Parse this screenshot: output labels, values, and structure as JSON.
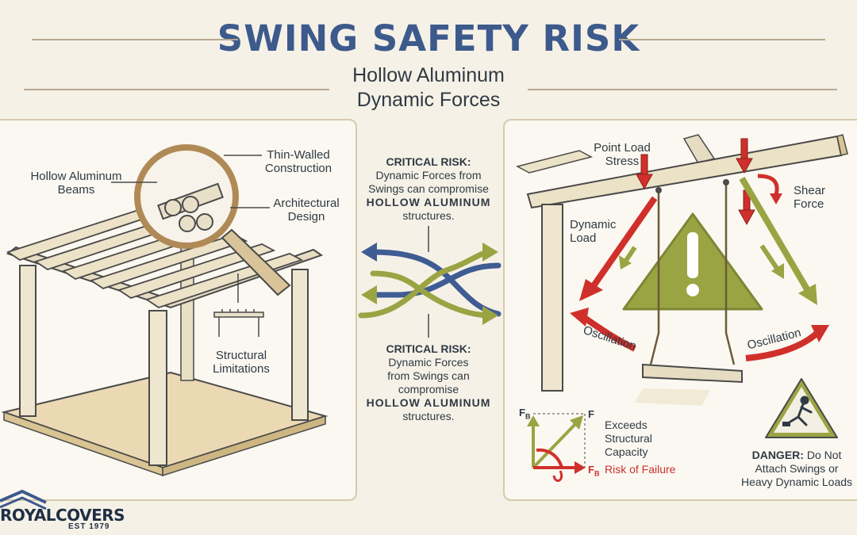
{
  "header": {
    "title": "SWING SAFETY RISK",
    "subtitle_line1": "Hollow Aluminum",
    "subtitle_line2": "Dynamic Forces"
  },
  "left_panel": {
    "label_hollow_line1": "Hollow Aluminum",
    "label_hollow_line2": "Beams",
    "label_thin_line1": "Thin-Walled",
    "label_thin_line2": "Construction",
    "label_arch_line1": "Architectural",
    "label_arch_line2": "Design",
    "label_struct_line1": "Structural",
    "label_struct_line2": "Limitations"
  },
  "center": {
    "top": {
      "heading": "CRITICAL RISK:",
      "line1": "Dynamic Forces from",
      "line2": "Swings can compromise",
      "emphasis": "HOLLOW ALUMINUM",
      "line4": "structures."
    },
    "bottom": {
      "heading": "CRITICAL RISK:",
      "line1": "Dynamic Forces",
      "line2": "from Swings can",
      "line3": "compromise",
      "emphasis": "HOLLOW ALUMINUM",
      "line5": "structures."
    }
  },
  "right_panel": {
    "point_load_line1": "Point Load",
    "point_load_line2": "Stress",
    "shear_line1": "Shear",
    "shear_line2": "Force",
    "dynamic_line1": "Dynamic",
    "dynamic_line2": "Load",
    "oscillation_left": "Oscillation",
    "oscillation_right": "Oscillation",
    "vector_fb_top": "F",
    "vector_fb_top_sub": "B",
    "vector_f": "F",
    "vector_fb_bottom": "F",
    "vector_fb_bottom_sub": "B",
    "exceeds_line1": "Exceeds",
    "exceeds_line2": "Structural",
    "exceeds_line3": "Capacity",
    "risk_failure": "Risk of Failure",
    "danger_heading": "DANGER:",
    "danger_line1": "Do Not",
    "danger_line2": "Attach Swings or",
    "danger_line3": "Heavy Dynamic Loads"
  },
  "logo": {
    "name": "ROYALCOVERS",
    "est": "EST 1979"
  },
  "colors": {
    "title_blue": "#3d5a8c",
    "arrow_blue": "#3f5c93",
    "arrow_olive": "#9aa443",
    "warning_olive": "#9aa443",
    "force_red": "#d0302b",
    "wood": "#e6dcc1"
  }
}
